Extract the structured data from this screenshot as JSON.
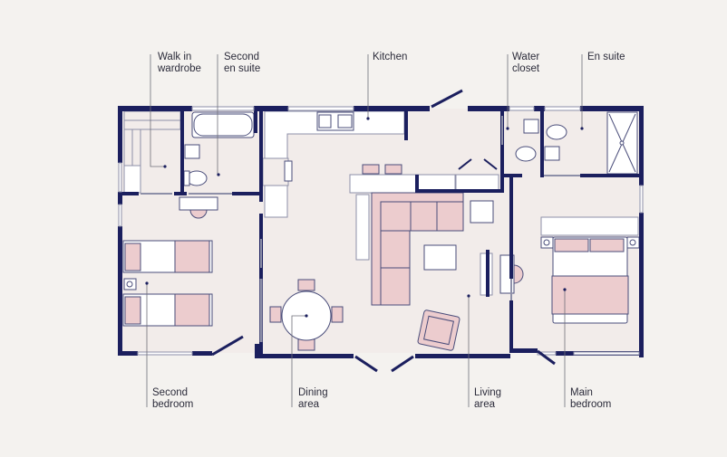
{
  "colors": {
    "background": "#f4f2ef",
    "wall": "#1b1f5e",
    "floor": "#f2ecea",
    "furniture_pink": "#ecccce",
    "furniture_outline": "#4a4d7a",
    "white": "#ffffff",
    "leader_line": "#6e6e78"
  },
  "labels": {
    "walk_in_wardrobe": "Walk in\nwardrobe",
    "second_en_suite": "Second\nen suite",
    "kitchen": "Kitchen",
    "water_closet": "Water\ncloset",
    "en_suite": "En suite",
    "second_bedroom": "Second\nbedroom",
    "dining_area": "Dining\narea",
    "living_area": "Living\narea",
    "main_bedroom": "Main\nbedroom"
  },
  "rooms": [
    {
      "id": "walk-in-wardrobe",
      "label_key": "walk_in_wardrobe",
      "marker": [
        182,
        184
      ]
    },
    {
      "id": "second-en-suite",
      "label_key": "second_en_suite",
      "marker": [
        241,
        193
      ]
    },
    {
      "id": "kitchen",
      "label_key": "kitchen",
      "marker": [
        406,
        131
      ]
    },
    {
      "id": "water-closet",
      "label_key": "water_closet",
      "marker": [
        560,
        142
      ]
    },
    {
      "id": "en-suite",
      "label_key": "en_suite",
      "marker": [
        642,
        142
      ]
    },
    {
      "id": "second-bedroom",
      "label_key": "second_bedroom",
      "marker": [
        162,
        313
      ]
    },
    {
      "id": "dining-area",
      "label_key": "dining_area",
      "marker": [
        338,
        349
      ]
    },
    {
      "id": "living-area",
      "label_key": "living_area",
      "marker": [
        517,
        327
      ]
    },
    {
      "id": "main-bedroom",
      "label_key": "main_bedroom",
      "marker": [
        623,
        320
      ]
    }
  ]
}
